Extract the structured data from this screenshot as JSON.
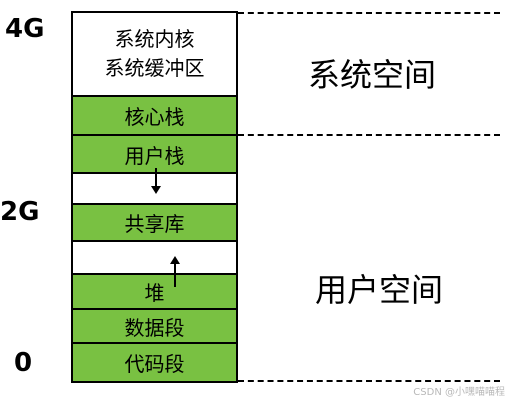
{
  "axis": {
    "top": "4G",
    "middle": "2G",
    "bottom": "0"
  },
  "blocks": {
    "kernel_line1": "系统内核",
    "kernel_line2": "系统缓冲区",
    "kernel_stack": "核心栈",
    "user_stack": "用户栈",
    "shared_lib": "共享库",
    "heap": "堆",
    "data_segment": "数据段",
    "code_segment": "代码段"
  },
  "regions": {
    "system": "系统空间",
    "user": "用户空间"
  },
  "watermark": "CSDN @小嘿喵喵程",
  "colors": {
    "segment_fill": "#79c142",
    "border": "#000000"
  }
}
